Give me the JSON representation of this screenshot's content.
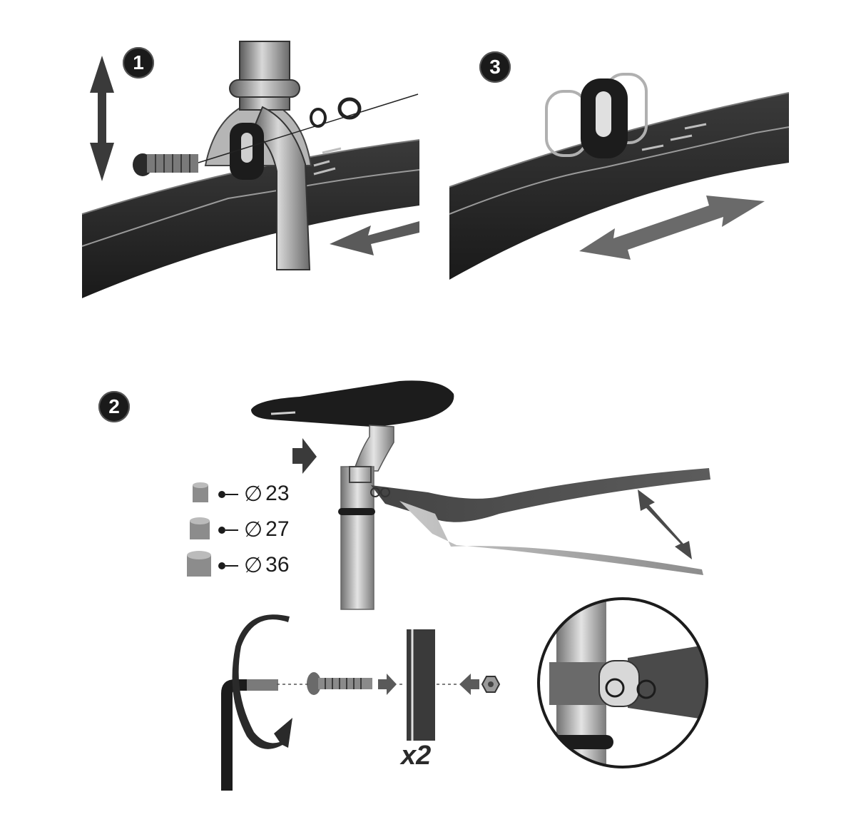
{
  "steps": [
    {
      "label": "1"
    },
    {
      "label": "3"
    },
    {
      "label": "2"
    }
  ],
  "spacer_sizes": [
    {
      "symbol": "∅",
      "value": "23"
    },
    {
      "symbol": "∅",
      "value": "27"
    },
    {
      "symbol": "∅",
      "value": "36"
    }
  ],
  "quantity_label": "x2",
  "colors": {
    "fender": "#1e1e1e",
    "frame": "#8a8a8a",
    "arrow": "#6a6a6a",
    "badge": "#1a1a1a"
  }
}
